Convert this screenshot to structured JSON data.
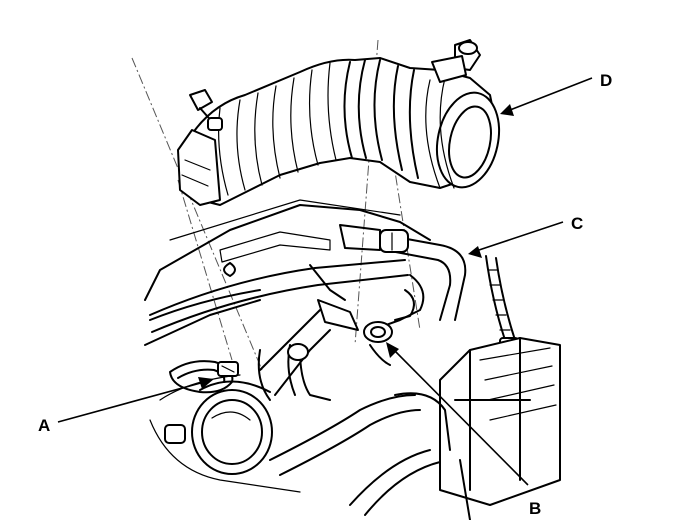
{
  "figure": {
    "callouts": {
      "a": {
        "label": "A"
      },
      "b": {
        "label": "B"
      },
      "c": {
        "label": "C"
      },
      "d": {
        "label": "D"
      }
    }
  }
}
